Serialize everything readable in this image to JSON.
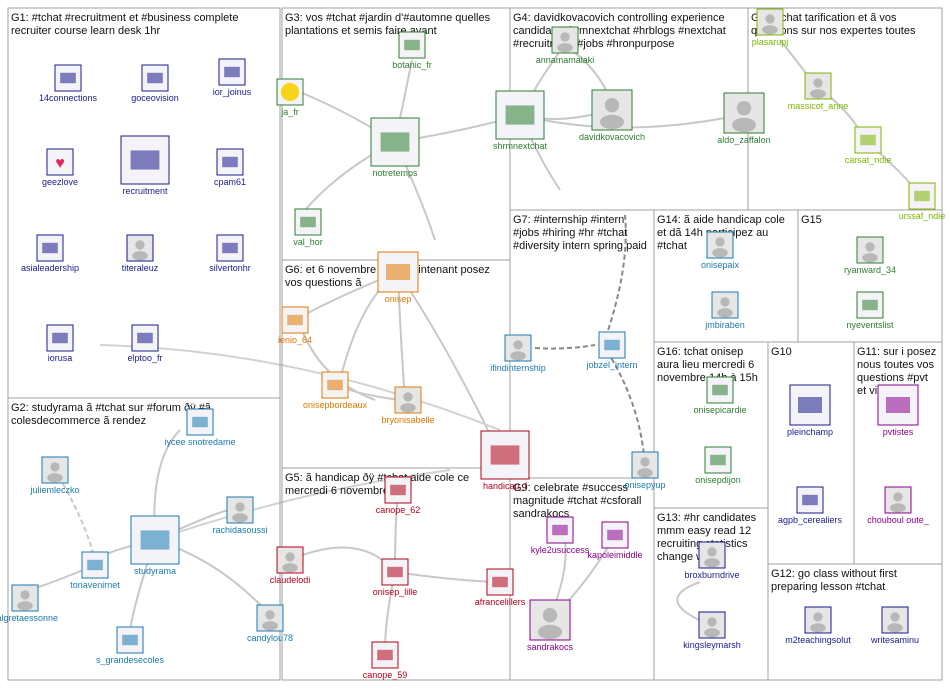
{
  "colors": {
    "G1": "#1a1a8c",
    "G2": "#1a7ab0",
    "G3": "#2e7d32",
    "G4": "#2e7d32",
    "G5": "#b00018",
    "G6": "#e07800",
    "G7": "#1a7ab0",
    "G8": "#7cb300",
    "G9": "#8b008b",
    "G10": "#1a1a8c",
    "G11": "#8b008b",
    "G12": "#1a1a8c",
    "G13": "#1a1a8c",
    "G14": "#1a7ab0",
    "G15": "#2e7d32",
    "G16": "#2e7d32"
  },
  "groups": [
    {
      "id": "G1",
      "title": [
        "G1: #tchat #recruitment et #business complete",
        "recruiter course learn desk 1hr"
      ]
    },
    {
      "id": "G2",
      "title": [
        "G2: studyrama ã #tchat sur #forum ðÿ #ã",
        "colesdecommerce ã rendez"
      ]
    },
    {
      "id": "G3",
      "title": [
        "G3: vos #tchat #jardin d'#automne quelles",
        "plantations et semis faire avant"
      ]
    },
    {
      "id": "G4",
      "title": [
        "G4: davidkovacovich controlling experience",
        "candidate shrmnextchat #hrblogs #nextchat",
        "#recruitment #jobs #hronpurpose"
      ]
    },
    {
      "id": "G5",
      "title": [
        "G5: ã handicap ðÿ #tchat aide cole ce",
        "mercredi 6 novembre"
      ]
    },
    {
      "id": "G6",
      "title": [
        "G6: et 6 novembre dã s maintenant posez",
        "vos questions ã"
      ]
    },
    {
      "id": "G7",
      "title": [
        "G7: #internship #intern",
        "#jobs #hiring #hr #tchat",
        "#diversity intern spring paid"
      ]
    },
    {
      "id": "G8",
      "title": [
        "G8: #tchat tarification et ã vos",
        "questions sur nos expertes toutes"
      ]
    },
    {
      "id": "G9",
      "title": [
        "G9: celebrate #success",
        "magnitude #tchat #csforall",
        "sandrakocs"
      ]
    },
    {
      "id": "G10",
      "title": [
        "G10"
      ]
    },
    {
      "id": "G11",
      "title": [
        "G11: sur i posez",
        "nous toutes vos",
        "questions #pvt",
        "et vie"
      ]
    },
    {
      "id": "G12",
      "title": [
        "G12: go class without first",
        "preparing lesson #tchat"
      ]
    },
    {
      "id": "G13",
      "title": [
        "G13: #hr candidates",
        "mmm easy read 12",
        "recruiting statistics",
        "change way"
      ]
    },
    {
      "id": "G14",
      "title": [
        "G14: ã aide handicap cole",
        "et dã 14h participez au",
        "#tchat"
      ]
    },
    {
      "id": "G15",
      "title": [
        "G15"
      ]
    },
    {
      "id": "G16",
      "title": [
        "G16: tchat onisep",
        "aura lieu mercredi 6",
        "novembre 14h à 15h"
      ]
    }
  ],
  "nodes": [
    {
      "label": "14connections",
      "group": "G1",
      "icon": "logo-icon"
    },
    {
      "label": "goceovision",
      "group": "G1",
      "icon": "logo-icon"
    },
    {
      "label": "ior_joinus",
      "group": "G1",
      "icon": "logo-icon"
    },
    {
      "label": "geezlove",
      "group": "G1",
      "icon": "heart-icon"
    },
    {
      "label": "recruitment",
      "group": "G1",
      "icon": "logo-icon"
    },
    {
      "label": "cpam61",
      "group": "G1",
      "icon": "logo-icon"
    },
    {
      "label": "asialeadership",
      "group": "G1",
      "icon": "logo-icon"
    },
    {
      "label": "titeraleuz",
      "group": "G1",
      "icon": "avatar-icon"
    },
    {
      "label": "silvertonhr",
      "group": "G1",
      "icon": "logo-icon"
    },
    {
      "label": "iorusa",
      "group": "G1",
      "icon": "logo-icon"
    },
    {
      "label": "elptoo_fr",
      "group": "G1",
      "icon": "logo-icon"
    },
    {
      "label": "iycee snotredame",
      "group": "G2",
      "icon": "logo-icon"
    },
    {
      "label": "juliemleczko",
      "group": "G2",
      "icon": "avatar-icon"
    },
    {
      "label": "rachidasoussi",
      "group": "G2",
      "icon": "avatar-icon"
    },
    {
      "label": "studyrama",
      "group": "G2",
      "icon": "logo-icon"
    },
    {
      "label": "tonavenirnet",
      "group": "G2",
      "icon": "logo-icon"
    },
    {
      "label": "valgretaessonne",
      "group": "G2",
      "icon": "avatar-icon"
    },
    {
      "label": "candylou78",
      "group": "G2",
      "icon": "avatar-icon"
    },
    {
      "label": "s_grandesecoles",
      "group": "G2",
      "icon": "logo-icon"
    },
    {
      "label": "botanic_fr",
      "group": "G3",
      "icon": "logo-icon"
    },
    {
      "label": "ja_fr",
      "group": "G3",
      "icon": "flower-icon"
    },
    {
      "label": "notretemps",
      "group": "G3",
      "icon": "logo-icon"
    },
    {
      "label": "val_hor",
      "group": "G3",
      "icon": "logo-icon"
    },
    {
      "label": "annamamalaki",
      "group": "G4",
      "icon": "avatar-icon"
    },
    {
      "label": "shrmnextchat",
      "group": "G4",
      "icon": "logo-icon"
    },
    {
      "label": "davidkovacovich",
      "group": "G4",
      "icon": "avatar-icon"
    },
    {
      "label": "aldo_zaffalon",
      "group": "G4",
      "icon": "avatar-icon"
    },
    {
      "label": "canope_62",
      "group": "G5",
      "icon": "logo-icon"
    },
    {
      "label": "claudelodi",
      "group": "G5",
      "icon": "avatar-icon"
    },
    {
      "label": "onisep_lille",
      "group": "G5",
      "icon": "logo-icon"
    },
    {
      "label": "afrancelillers",
      "group": "G5",
      "icon": "logo-icon"
    },
    {
      "label": "canope_59",
      "group": "G5",
      "icon": "logo-icon"
    },
    {
      "label": "onisep",
      "group": "G6",
      "icon": "logo-icon"
    },
    {
      "label": "ienio_64",
      "group": "G6",
      "icon": "logo-icon"
    },
    {
      "label": "onisepbordeaux",
      "group": "G6",
      "icon": "logo-icon"
    },
    {
      "label": "bryonisabelle",
      "group": "G6",
      "icon": "avatar-icon"
    },
    {
      "label": "ifindinternship",
      "group": "G7",
      "icon": "avatar-icon"
    },
    {
      "label": "jobzel_intern",
      "group": "G7",
      "icon": "logo-icon"
    },
    {
      "label": "plasarupj",
      "group": "G8",
      "icon": "avatar-icon"
    },
    {
      "label": "massicot_anne",
      "group": "G8",
      "icon": "avatar-icon"
    },
    {
      "label": "carsat_ndie",
      "group": "G8",
      "icon": "logo-icon"
    },
    {
      "label": "urssaf_ndie",
      "group": "G8",
      "icon": "logo-icon"
    },
    {
      "label": "kyle2usuccess",
      "group": "G9",
      "icon": "logo-icon"
    },
    {
      "label": "kapoleimiddle",
      "group": "G9",
      "icon": "logo-icon"
    },
    {
      "label": "sandrakocs",
      "group": "G9",
      "icon": "avatar-icon"
    },
    {
      "label": "pleinchamp",
      "group": "G10",
      "icon": "logo-icon"
    },
    {
      "label": "agpb_cerealiers",
      "group": "G10",
      "icon": "logo-icon"
    },
    {
      "label": "pvtistes",
      "group": "G11",
      "icon": "logo-icon"
    },
    {
      "label": "chouboul oute_",
      "group": "G11",
      "icon": "avatar-icon"
    },
    {
      "label": "m2teachingsolut",
      "group": "G12",
      "icon": "avatar-icon"
    },
    {
      "label": "writesaminu",
      "group": "G12",
      "icon": "avatar-icon"
    },
    {
      "label": "broxburndrive",
      "group": "G13",
      "icon": "avatar-icon"
    },
    {
      "label": "kingsleymarsh",
      "group": "G13",
      "icon": "avatar-icon"
    },
    {
      "label": "onisepaix",
      "group": "G14",
      "icon": "avatar-icon"
    },
    {
      "label": "jmbiraben",
      "group": "G14",
      "icon": "avatar-icon"
    },
    {
      "label": "ryanward_34",
      "group": "G15",
      "icon": "avatar-icon"
    },
    {
      "label": "nyeventslist",
      "group": "G15",
      "icon": "logo-icon"
    },
    {
      "label": "onisepicardie",
      "group": "G16",
      "icon": "logo-icon"
    },
    {
      "label": "onisepdijon",
      "group": "G16",
      "icon": "logo-icon"
    },
    {
      "label": "handicap_f",
      "group": "G5",
      "icon": "logo-icon"
    },
    {
      "label": "onisepyup",
      "group": "G7",
      "icon": "avatar-icon"
    }
  ]
}
